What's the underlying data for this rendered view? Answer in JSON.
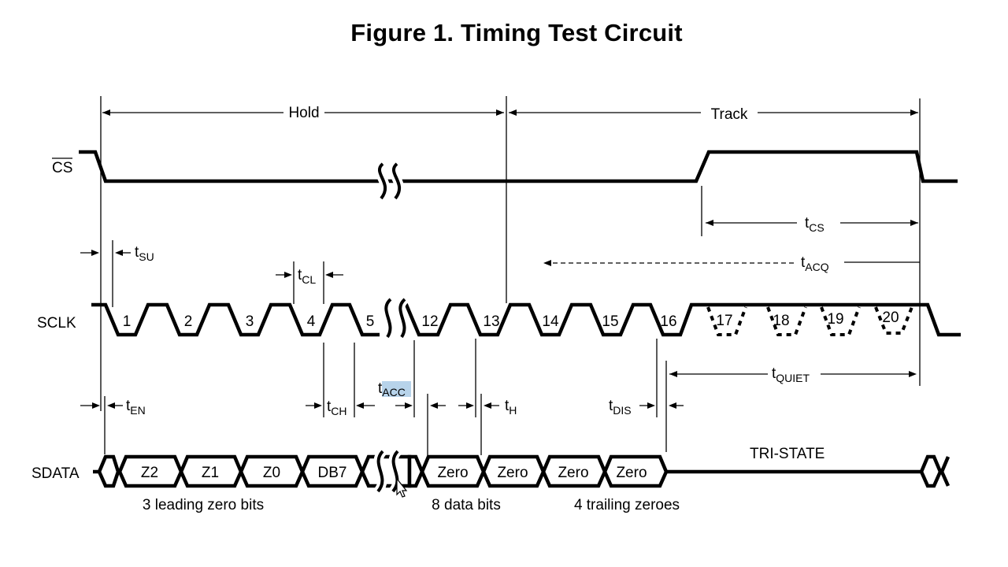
{
  "figure": {
    "title": "Figure 1.  Timing Test Circuit"
  },
  "signals": {
    "cs": "CS",
    "sclk": "SCLK",
    "sdata": "SDATA"
  },
  "phases": {
    "hold": "Hold",
    "track": "Track"
  },
  "timing": {
    "tsu": {
      "t": "t",
      "sub": "SU"
    },
    "tcl": {
      "t": "t",
      "sub": "CL"
    },
    "tcs": {
      "t": "t",
      "sub": "CS"
    },
    "tacq": {
      "t": "t",
      "sub": "ACQ"
    },
    "ten": {
      "t": "t",
      "sub": "EN"
    },
    "tch": {
      "t": "t",
      "sub": "CH"
    },
    "tacc": {
      "t": "t",
      "sub": "ACC"
    },
    "th": {
      "t": "t",
      "sub": "H"
    },
    "tdis": {
      "t": "t",
      "sub": "DIS"
    },
    "tquiet": {
      "t": "t",
      "sub": "QUIET"
    }
  },
  "clock_labels": [
    "1",
    "2",
    "3",
    "4",
    "5",
    "12",
    "13",
    "14",
    "15",
    "16",
    "17",
    "18",
    "19",
    "20"
  ],
  "data_cells": [
    "Z2",
    "Z1",
    "Z0",
    "DB7",
    "Zero",
    "Zero",
    "Zero",
    "Zero"
  ],
  "annotations": {
    "leading": "3 leading zero bits",
    "data": "8 data bits",
    "trailing": "4 trailing zeroes",
    "tristate": "TRI-STATE"
  },
  "highlight_color": "#b7d3ea"
}
